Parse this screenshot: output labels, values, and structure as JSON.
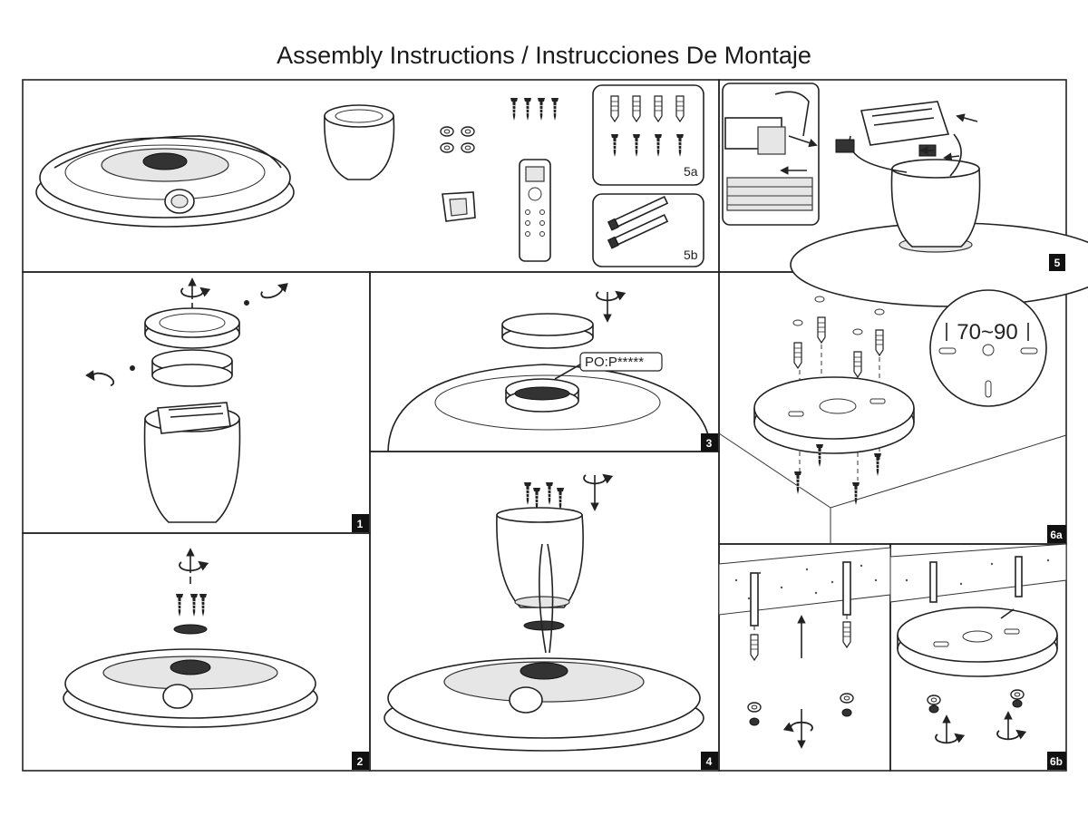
{
  "title": "Assembly Instructions / Instrucciones De Montaje",
  "panels": {
    "p5a": "5a",
    "p5b": "5b",
    "p5": "5",
    "p1": "1",
    "p2": "2",
    "p3": "3",
    "p4": "4",
    "p6a": "6a",
    "p6b": "6b"
  },
  "po_label": "PO:P*****",
  "dimension_label": "70~90",
  "colors": {
    "line": "#222222",
    "badge": "#111111",
    "fill": "#ffffff"
  }
}
